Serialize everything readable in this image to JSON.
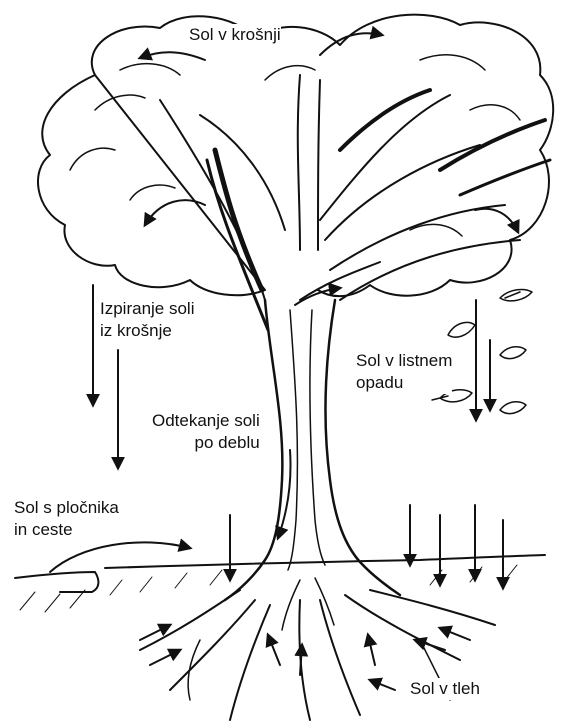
{
  "labels": {
    "crown": "Sol v krošnji",
    "leaching": [
      "Izpiranje soli",
      "iz krošnje"
    ],
    "litter": [
      "Sol v listnem",
      "opadu"
    ],
    "stemflow": [
      "Odtekanje soli",
      "po deblu"
    ],
    "road": [
      "Sol s pločnika",
      "in ceste"
    ],
    "soil": "Sol v tleh"
  },
  "colors": {
    "ink": "#111111",
    "paper": "#ffffff"
  }
}
